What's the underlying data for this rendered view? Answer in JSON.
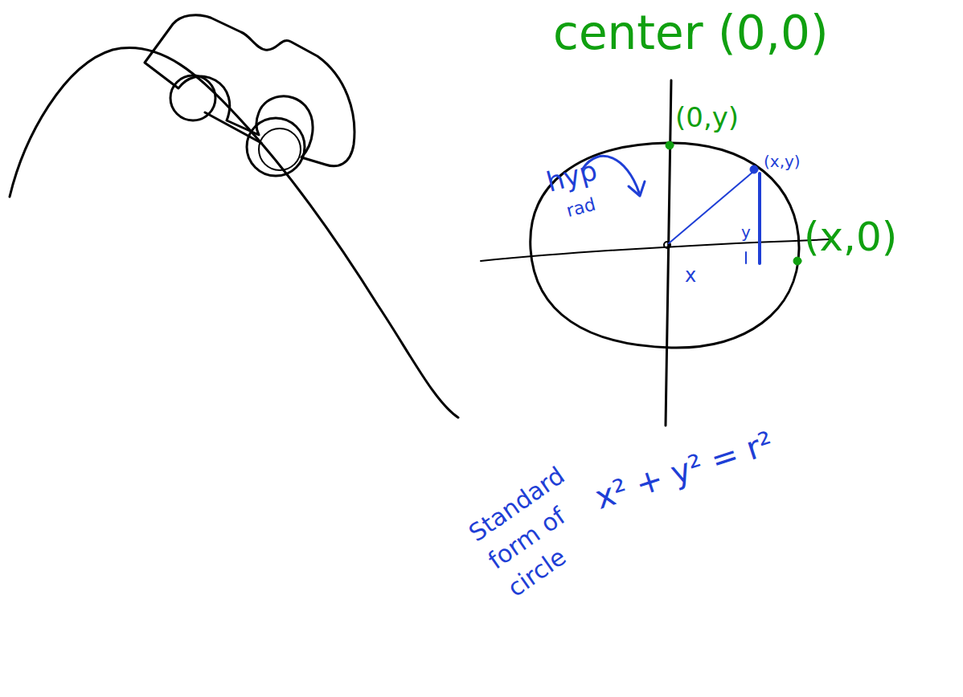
{
  "diagram": {
    "labels": [
      "center (0,0)",
      "(0,y)",
      "(x,y)",
      "(x,0)",
      "hyp",
      "rad",
      "x",
      "y",
      "Standard form of circle",
      "x² + y² = r²"
    ]
  }
}
